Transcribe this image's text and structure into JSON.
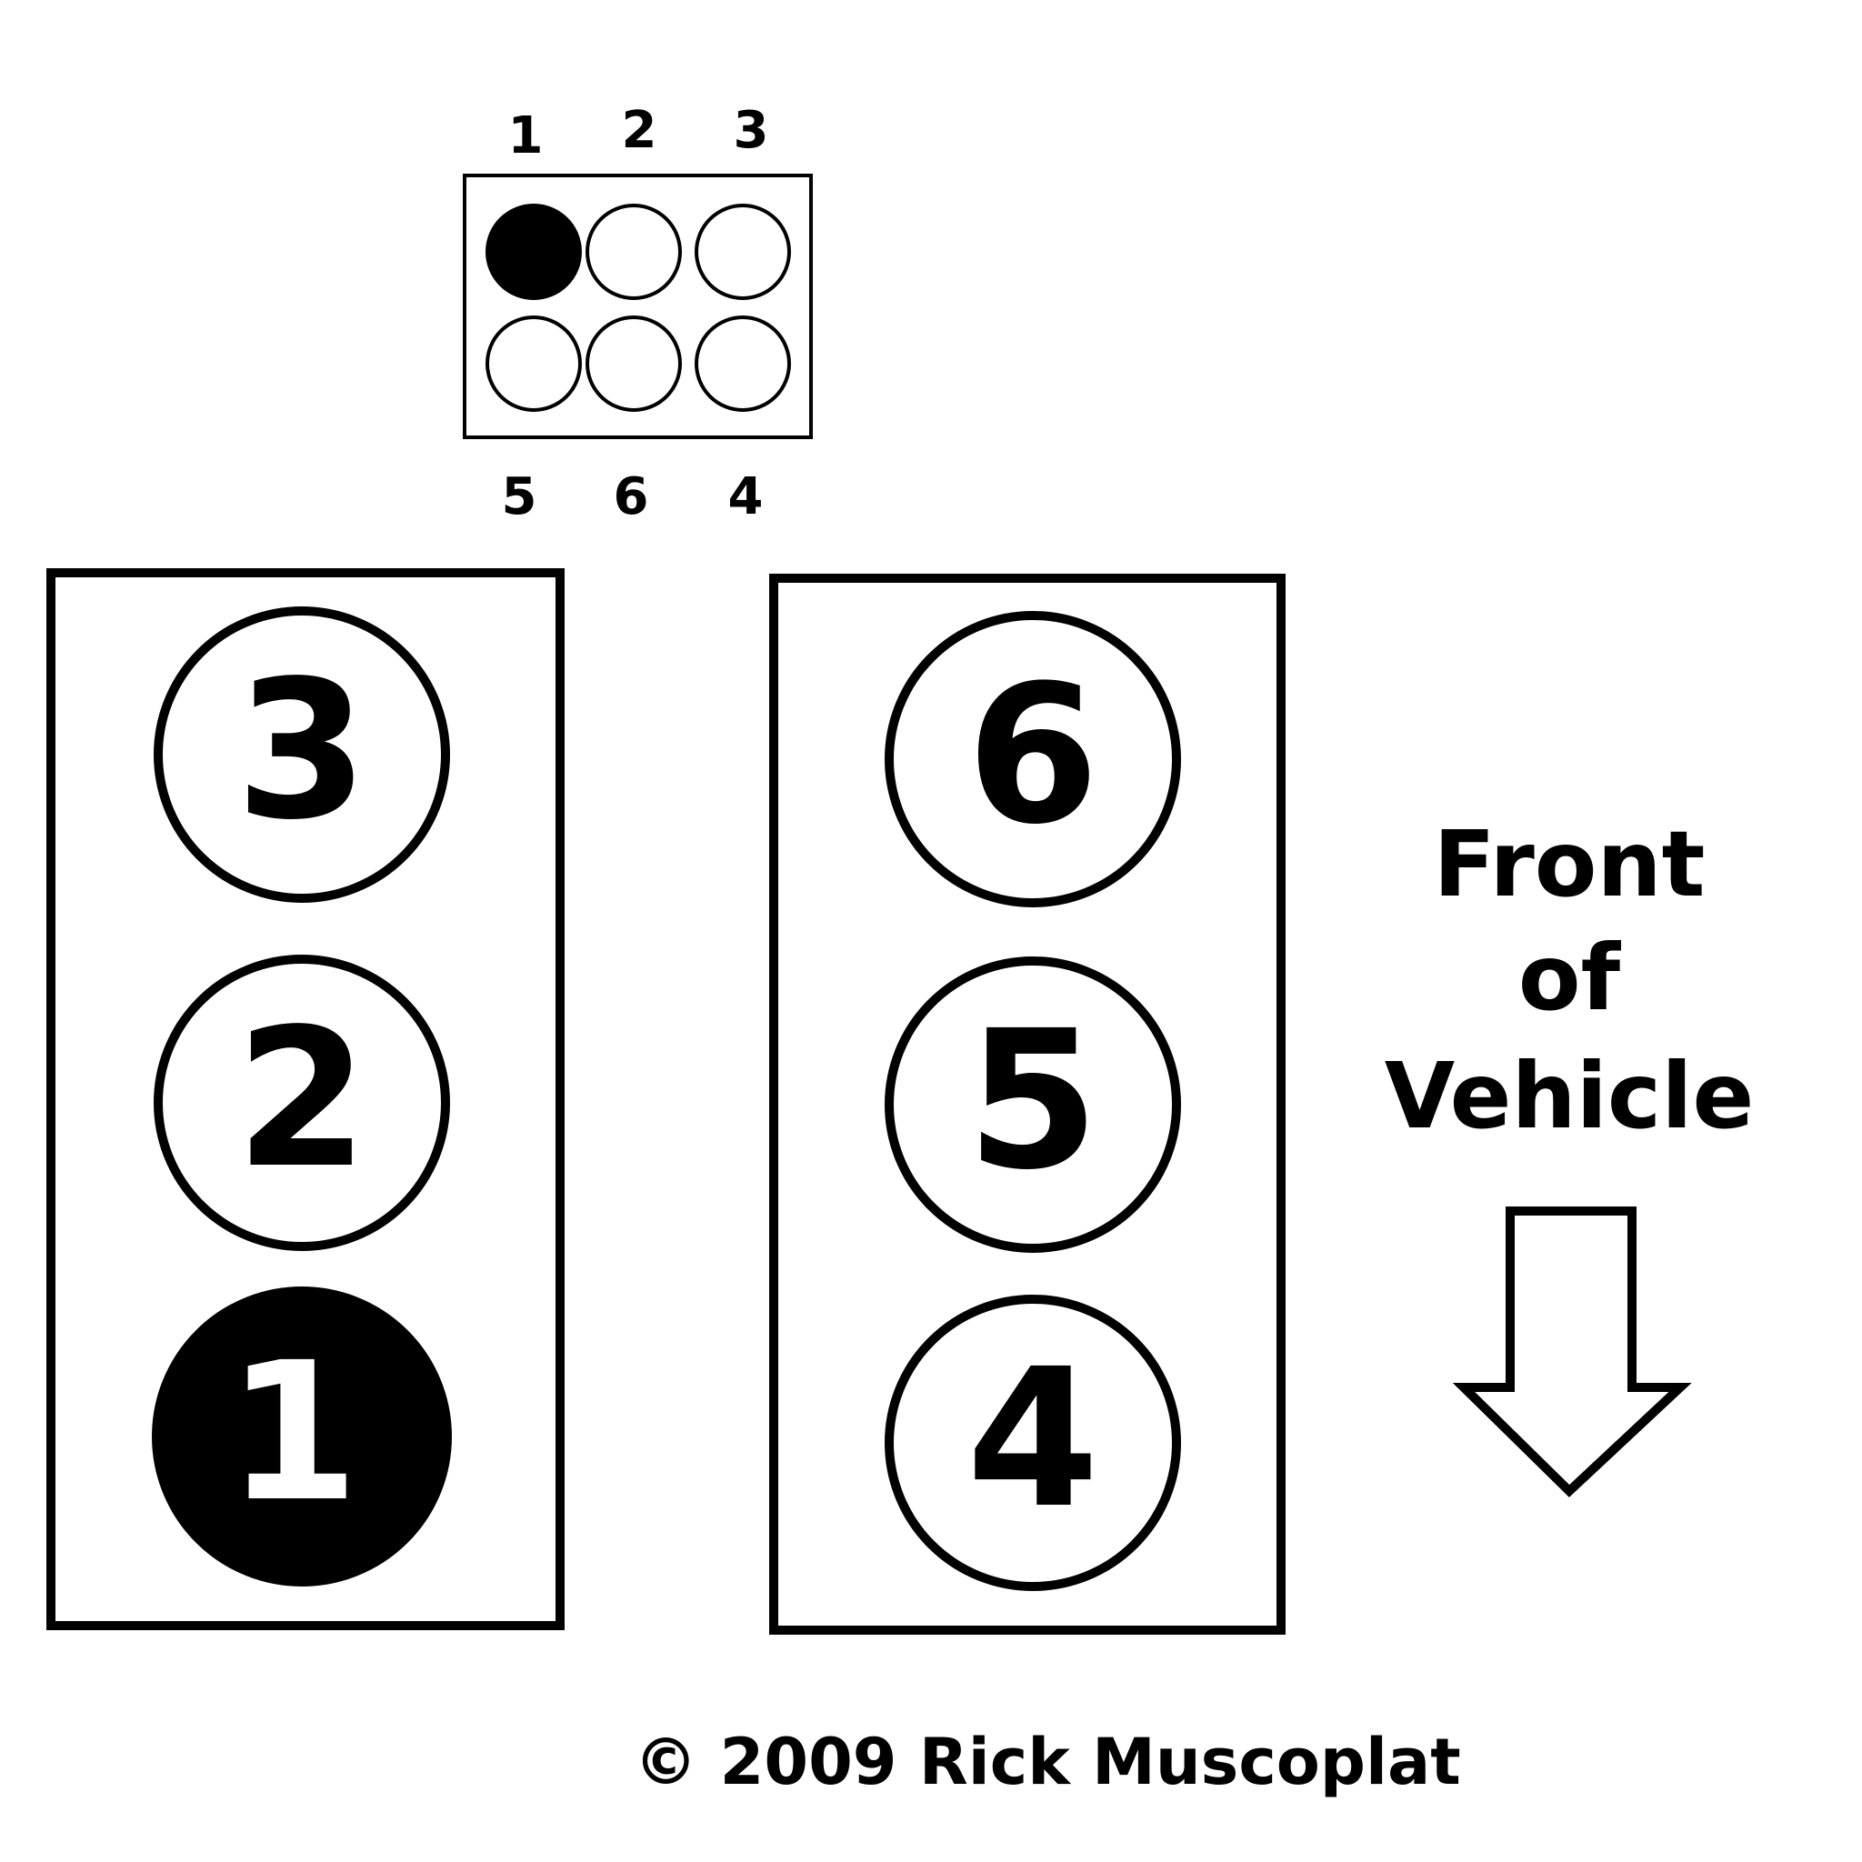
{
  "coil_pack": {
    "top_labels": [
      "1",
      "2",
      "3"
    ],
    "bottom_labels": [
      "5",
      "6",
      "4"
    ],
    "highlighted_terminal": "1"
  },
  "cylinders": {
    "left_bank": [
      "3",
      "2",
      "1"
    ],
    "right_bank": [
      "6",
      "5",
      "4"
    ],
    "highlighted_cylinder": "1"
  },
  "direction": {
    "lines": [
      "Front",
      "of",
      "Vehicle"
    ],
    "arrow_icon": "down-arrow-icon"
  },
  "copyright": "© 2009 Rick Muscoplat",
  "colors": {
    "ink": "#000000",
    "paper": "#ffffff"
  }
}
